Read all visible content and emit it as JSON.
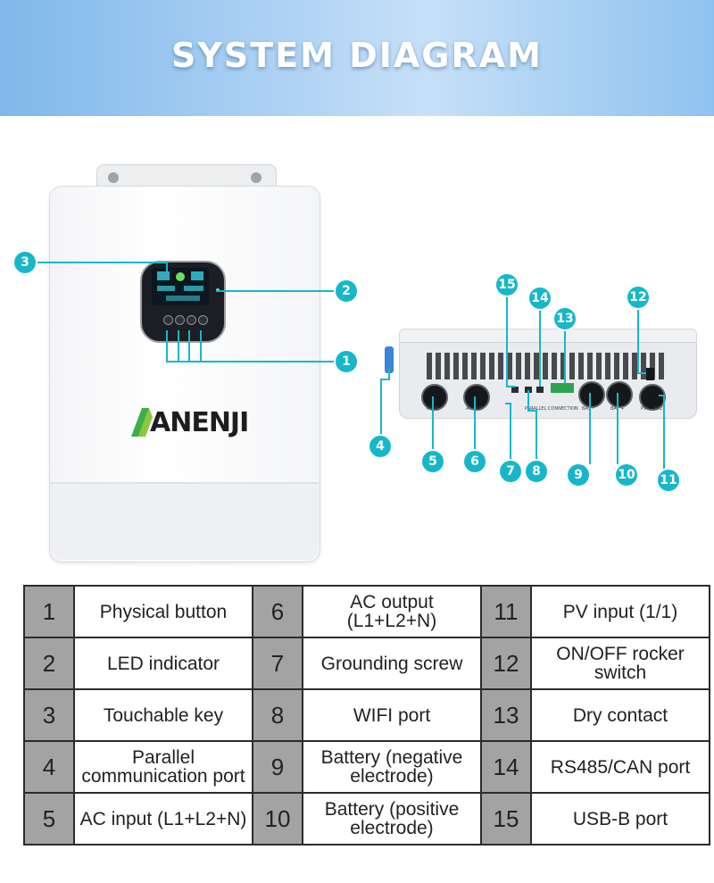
{
  "header": {
    "title": "SYSTEM DIAGRAM"
  },
  "brand": {
    "logo_text": "ANENJI"
  },
  "accent_color": "#17b7c9",
  "callouts": [
    "1",
    "2",
    "3",
    "4",
    "5",
    "6",
    "7",
    "8",
    "9",
    "10",
    "11",
    "12",
    "13",
    "14",
    "15"
  ],
  "unit_labels": {
    "ac_in": "AC IN",
    "ac_out": "AC OUT",
    "parallel": "PARALLEL CONNECTION",
    "bat_neg": "BAT -",
    "bat_pos": "BAT +",
    "pv": "PV1 - PV2"
  },
  "legend": [
    {
      "num": "1",
      "label": "Physical button"
    },
    {
      "num": "6",
      "label": "AC output (L1+L2+N)"
    },
    {
      "num": "11",
      "label": "PV input (1/1)"
    },
    {
      "num": "2",
      "label": "LED indicator"
    },
    {
      "num": "7",
      "label": "Grounding screw"
    },
    {
      "num": "12",
      "label": "ON/OFF rocker switch"
    },
    {
      "num": "3",
      "label": "Touchable key"
    },
    {
      "num": "8",
      "label": "WIFI port"
    },
    {
      "num": "13",
      "label": "Dry contact"
    },
    {
      "num": "4",
      "label": "Parallel communication port"
    },
    {
      "num": "9",
      "label": "Battery (negative electrode)"
    },
    {
      "num": "14",
      "label": "RS485/CAN port"
    },
    {
      "num": "5",
      "label": "AC input (L1+L2+N)"
    },
    {
      "num": "10",
      "label": "Battery (positive electrode)"
    },
    {
      "num": "15",
      "label": "USB-B port"
    }
  ]
}
